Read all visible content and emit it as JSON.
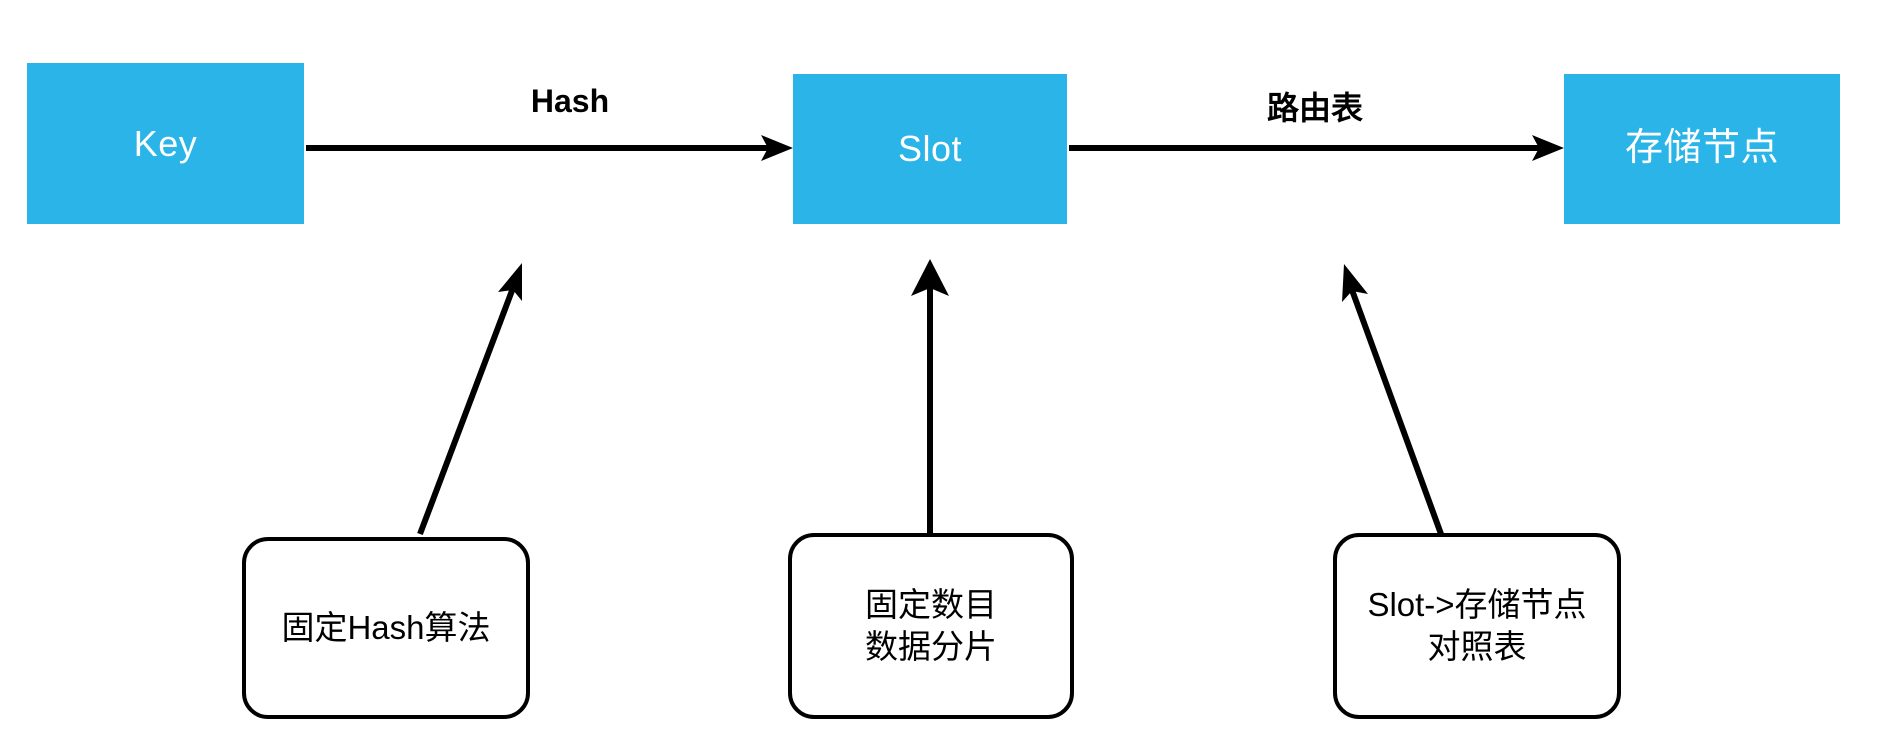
{
  "diagram": {
    "title": "Key to Slot to Storage Node routing",
    "accent_color": "#2ab4e8",
    "line_color": "#000000",
    "background": "#ffffff",
    "nodes": [
      {
        "id": "key",
        "label": "Key"
      },
      {
        "id": "slot",
        "label": "Slot"
      },
      {
        "id": "node",
        "label": "存储节点"
      }
    ],
    "edges": [
      {
        "id": "key-to-slot",
        "label": "Hash",
        "from": "key",
        "to": "slot"
      },
      {
        "id": "slot-to-node",
        "label": "路由表",
        "from": "slot",
        "to": "node"
      }
    ],
    "notes": [
      {
        "id": "note-hash",
        "lines": [
          "固定Hash算法"
        ],
        "points_to": "key-to-slot"
      },
      {
        "id": "note-slot",
        "lines": [
          "固定数目",
          "数据分片"
        ],
        "points_to": "slot"
      },
      {
        "id": "note-route",
        "lines": [
          "Slot->存储节点",
          "对照表"
        ],
        "points_to": "slot-to-node"
      }
    ]
  }
}
